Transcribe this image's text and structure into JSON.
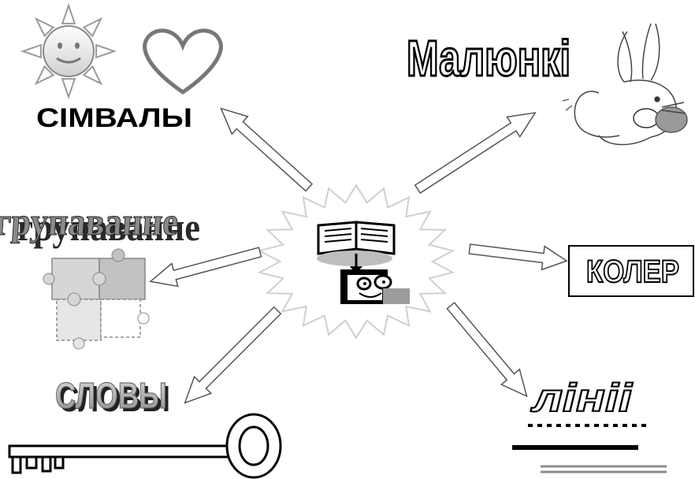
{
  "labels": {
    "symbols": "СІМВАЛЫ",
    "pictures": "Малюнкі",
    "grouping": "групаванне",
    "color": "КОЛЕР",
    "words": "СЛОВЫ",
    "lines": "лініі"
  },
  "icons": {
    "center": "book-and-face-icon",
    "sun": "sun-icon",
    "heart": "heart-icon",
    "rabbit": "rabbit-icon",
    "puzzle": "puzzle-icon",
    "key": "key-icon",
    "line-samples": "line-samples-icon"
  }
}
